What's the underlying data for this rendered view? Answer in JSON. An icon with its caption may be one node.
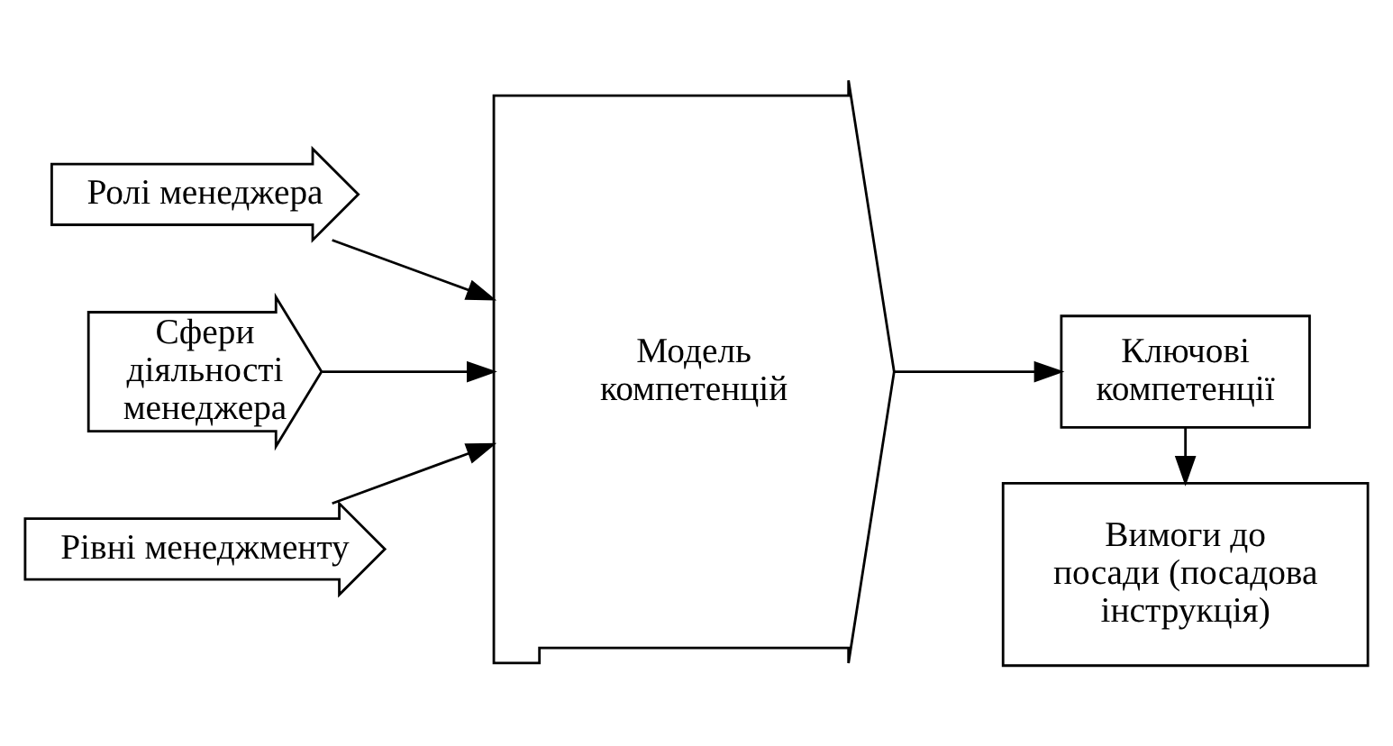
{
  "diagram": {
    "nodes": [
      {
        "text": [
          "Ролі менеджера"
        ]
      },
      {
        "text": [
          "Сфери діяльності менеджера"
        ]
      },
      {
        "text": [
          "Рівні менеджменту"
        ]
      },
      {
        "text": [
          "Модель компетенцій"
        ]
      },
      {
        "text": [
          "Ключові компетенції"
        ]
      },
      {
        "text": [
          "Вимоги до посади (посадова інструкція)"
        ]
      }
    ],
    "edges": [
      {
        "from": 0,
        "to": 3,
        "arrow": "to"
      },
      {
        "from": 1,
        "to": 3,
        "arrow": "to"
      },
      {
        "from": 2,
        "to": 3,
        "arrow": "to"
      },
      {
        "from": 3,
        "to": 4,
        "arrow": "to"
      },
      {
        "from": 4,
        "to": 5,
        "arrow": "to"
      }
    ]
  }
}
